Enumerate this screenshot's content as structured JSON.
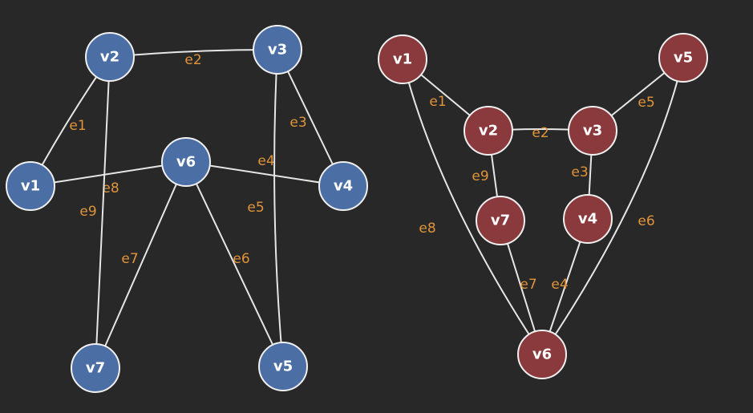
{
  "colors": {
    "background": "#282828",
    "left_node": "#4b6ea5",
    "right_node": "#8a3a3c",
    "edge": "#e6e6e6",
    "edge_label": "#e0943a"
  },
  "graphs": [
    {
      "name": "left-graph",
      "nodes": [
        "v1",
        "v2",
        "v3",
        "v4",
        "v5",
        "v6",
        "v7"
      ],
      "edges": [
        {
          "label": "e1",
          "from": "v1",
          "to": "v2"
        },
        {
          "label": "e2",
          "from": "v2",
          "to": "v3"
        },
        {
          "label": "e3",
          "from": "v3",
          "to": "v4"
        },
        {
          "label": "e4",
          "from": "v6",
          "to": "v4"
        },
        {
          "label": "e5",
          "from": "v3",
          "to": "v5"
        },
        {
          "label": "e6",
          "from": "v6",
          "to": "v5"
        },
        {
          "label": "e7",
          "from": "v6",
          "to": "v7"
        },
        {
          "label": "e8",
          "from": "v1",
          "to": "v6"
        },
        {
          "label": "e9",
          "from": "v2",
          "to": "v7"
        }
      ]
    },
    {
      "name": "right-graph",
      "nodes": [
        "v1",
        "v2",
        "v3",
        "v4",
        "v5",
        "v6",
        "v7"
      ],
      "edges": [
        {
          "label": "e1",
          "from": "v1",
          "to": "v2"
        },
        {
          "label": "e2",
          "from": "v2",
          "to": "v3"
        },
        {
          "label": "e3",
          "from": "v3",
          "to": "v4"
        },
        {
          "label": "e4",
          "from": "v4",
          "to": "v6"
        },
        {
          "label": "e5",
          "from": "v5",
          "to": "v3"
        },
        {
          "label": "e6",
          "from": "v5",
          "to": "v6"
        },
        {
          "label": "e7",
          "from": "v7",
          "to": "v6"
        },
        {
          "label": "e8",
          "from": "v1",
          "to": "v6"
        },
        {
          "label": "e9",
          "from": "v2",
          "to": "v7"
        }
      ]
    }
  ]
}
